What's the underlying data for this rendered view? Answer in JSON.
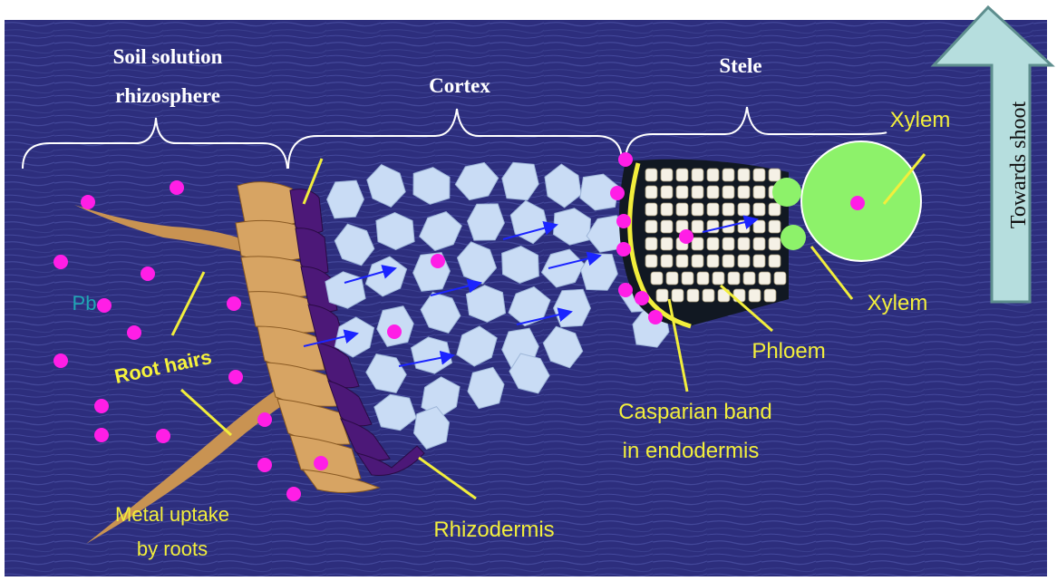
{
  "labels": {
    "soil_line1": "Soil solution",
    "soil_line2": "rhizosphere",
    "cortex": "Cortex",
    "stele": "Stele",
    "xylem_top": "Xylem",
    "xylem_bottom": "Xylem",
    "phloem": "Phloem",
    "casparian_line1": "Casparian band",
    "casparian_line2": "in endodermis",
    "rhizodermis": "Rhizodermis",
    "root_hairs": "Root hairs",
    "metal_line1": "Metal uptake",
    "metal_line2": "by roots",
    "pb": "Pb",
    "towards_shoot": "Towards shoot"
  },
  "colors": {
    "background": "#2d2e7d",
    "label_yellow": "#f2ee3c",
    "metal_dot": "#ff1ee6",
    "cortex_cell": "#c9dcf5",
    "rhizodermis_cell": "#d7a463",
    "endodermis": "#4c1878",
    "xylem": "#8df26a",
    "arrow_fill": "#b6dede",
    "flow_arrow": "#1b24ff"
  }
}
